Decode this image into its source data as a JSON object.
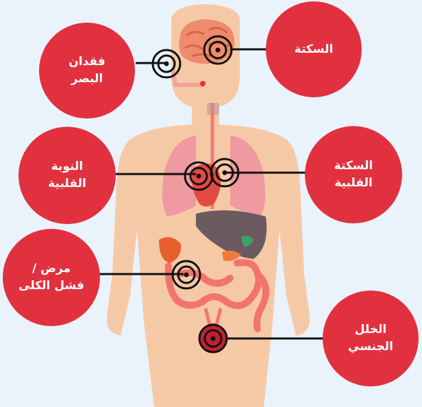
{
  "colors": {
    "background": "#eaf3fb",
    "bubble": "#e1313f",
    "bubble_text": "#ffffff",
    "skin": "#f6c9a6",
    "connector": "#111111"
  },
  "icons": {
    "target": "target-icon"
  },
  "callouts": {
    "vision_loss": {
      "line1": "فقدان",
      "line2": "البصر"
    },
    "stroke": {
      "line1": "السكتة"
    },
    "heart_attack": {
      "line1": "النوبة",
      "line2": "القلبية"
    },
    "cardiac_arrest": {
      "line1": "السكتة",
      "line2": "القلبية"
    },
    "kidney_disease": {
      "line1": "مرض /",
      "line2": "فشل الكلى"
    },
    "sexual_dysfunction": {
      "line1": "الخلل",
      "line2": "الجنسي"
    }
  }
}
